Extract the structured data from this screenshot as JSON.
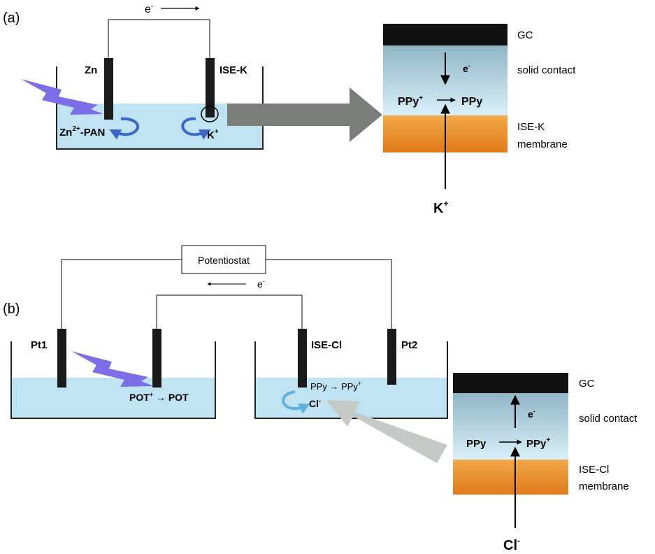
{
  "panel_a": {
    "label": "(a)",
    "electron": "e",
    "electron_sup": "-",
    "zn_label": "Zn",
    "ise_label": "ISE-K",
    "zn_pan_main": "Zn",
    "zn_pan_sup": "2+",
    "zn_pan_rest": "-PAN",
    "k_main": "K",
    "k_sup": "+",
    "stack": {
      "gc": "GC",
      "solid_contact": "solid contact",
      "membrane_line1": "ISE-K",
      "membrane_line2": "membrane",
      "electron": "e",
      "electron_sup": "-",
      "ppy_plus_main": "PPy",
      "ppy_plus_sup": "+",
      "ppy": "PPy",
      "ion_main": "K",
      "ion_sup": "+"
    }
  },
  "panel_b": {
    "label": "(b)",
    "potentiostat": "Potentiostat",
    "electron": "e",
    "electron_sup": "-",
    "pt1": "Pt1",
    "pt2": "Pt2",
    "ise_label": "ISE-Cl",
    "pot_main": "POT",
    "pot_sup": "+",
    "pot_rest": " → POT",
    "ppy_reaction_main": "PPy → PPy",
    "ppy_reaction_sup": "+",
    "cl_main": "Cl",
    "cl_sup": "-",
    "stack": {
      "gc": "GC",
      "solid_contact": "solid contact",
      "membrane_line1": "ISE-Cl",
      "membrane_line2": "membrane",
      "electron": "e",
      "electron_sup": "-",
      "ppy": "PPy",
      "ppy_plus_main": "PPy",
      "ppy_plus_sup": "+",
      "ion_main": "Cl",
      "ion_sup": "-"
    }
  },
  "colors": {
    "solution": "#bfe3f3",
    "electrode": "#1a1a1a",
    "lightning": "#7b6ee6",
    "curl_arrow": "#3a67c9",
    "curl_arrow_light": "#5fb0e0",
    "big_arrow_dark": "#7a7d7a",
    "big_arrow_light": "#c5c9c5",
    "membrane_top": "#f0a040",
    "membrane_bottom": "#e07818",
    "contact_top": "#8fb5c6",
    "contact_bottom": "#d7eff8"
  }
}
